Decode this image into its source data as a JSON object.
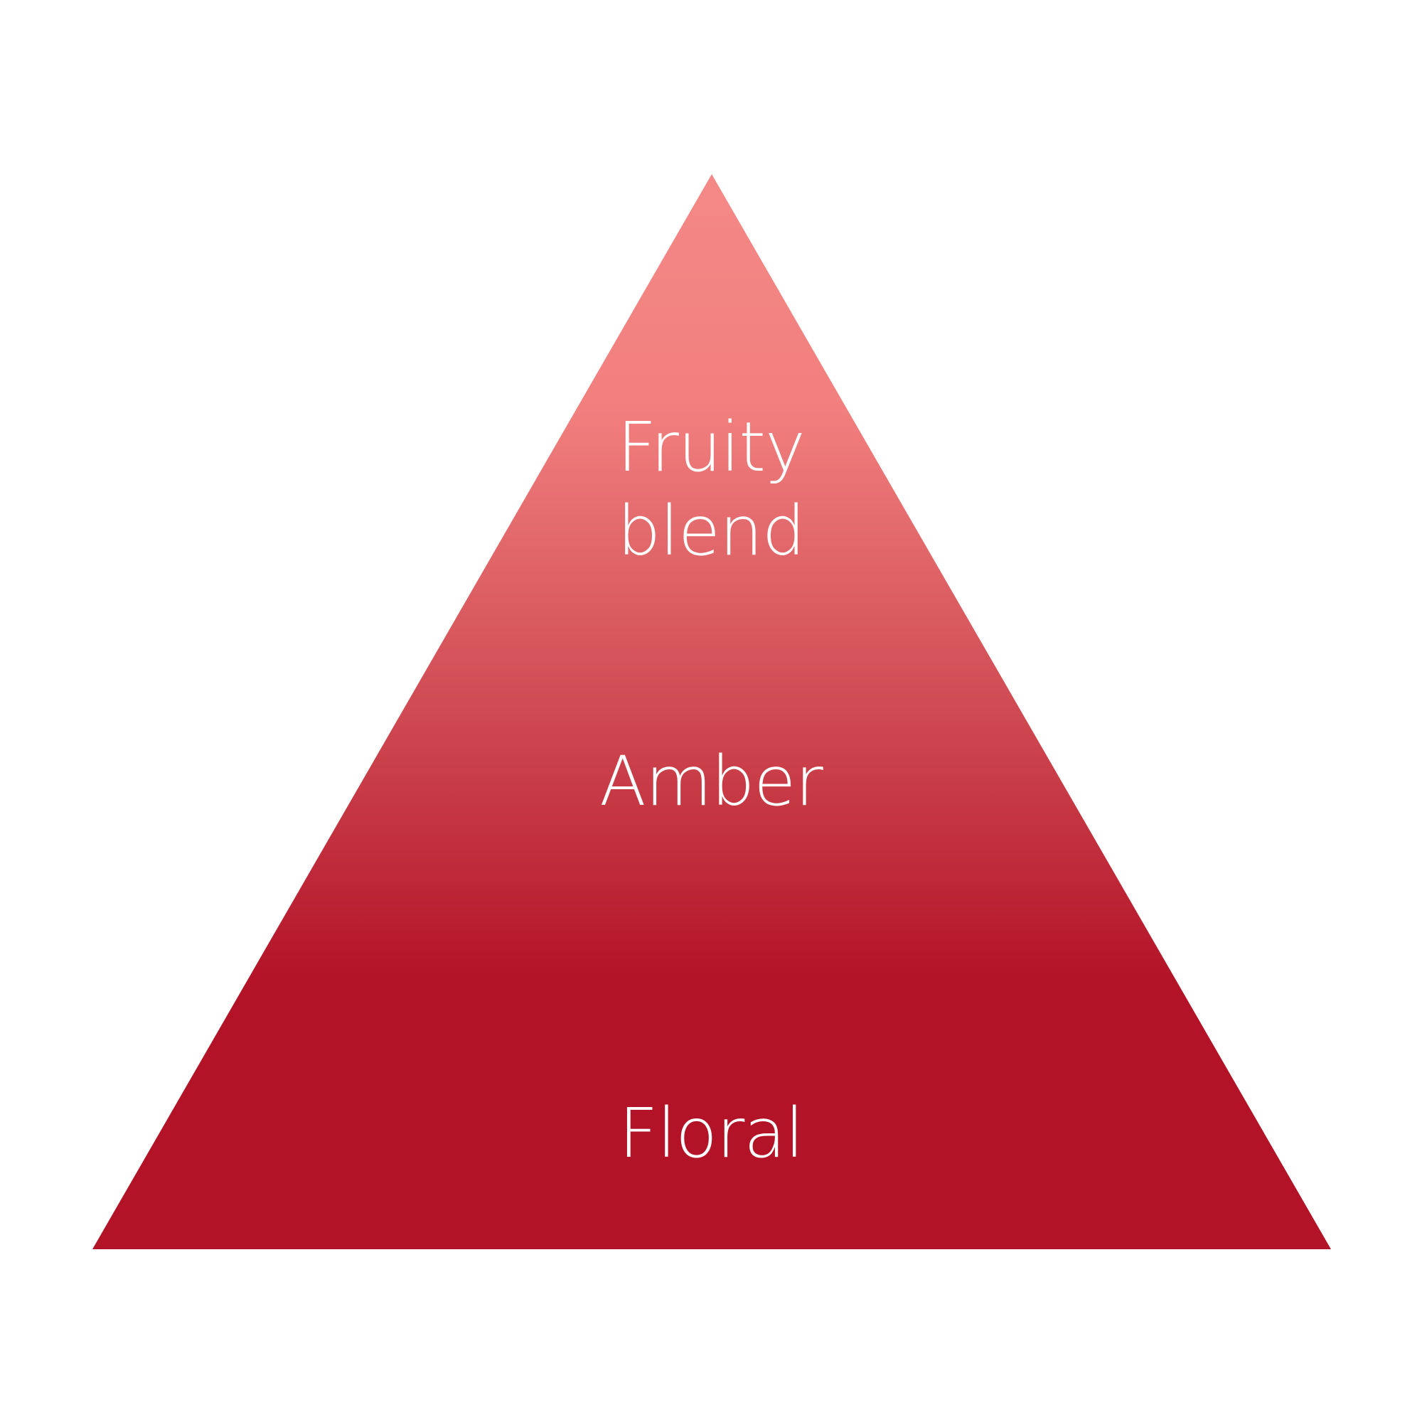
{
  "pyramid": {
    "colors": {
      "top": "#f48987",
      "middle": "#cf4a52",
      "bottom": "#b31327",
      "label": "#ffffff",
      "background": "#ffffff"
    },
    "tiers": {
      "top": {
        "line1": "Fruity",
        "line2": "blend"
      },
      "middle": {
        "label": "Amber"
      },
      "bottom": {
        "label": "Floral"
      }
    }
  }
}
